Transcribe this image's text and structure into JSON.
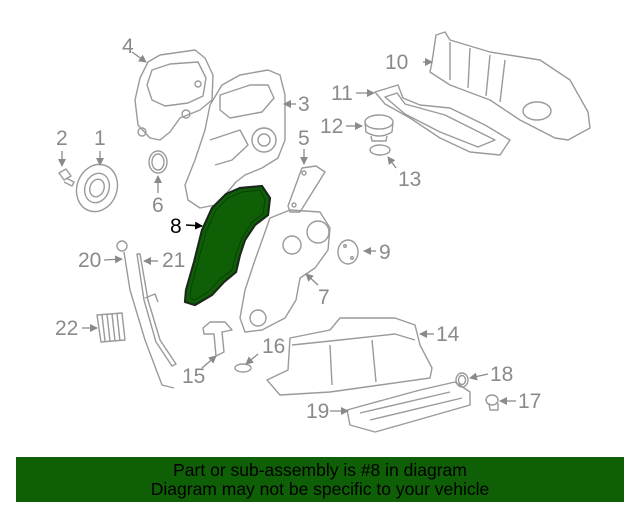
{
  "diagram": {
    "highlight_color": "#0f5f06",
    "line_color": "#9a9a9a",
    "highlighted_part": "8",
    "callouts": [
      {
        "id": "1",
        "label": "1"
      },
      {
        "id": "2",
        "label": "2"
      },
      {
        "id": "3",
        "label": "3"
      },
      {
        "id": "4",
        "label": "4"
      },
      {
        "id": "5",
        "label": "5"
      },
      {
        "id": "6",
        "label": "6"
      },
      {
        "id": "7",
        "label": "7"
      },
      {
        "id": "8",
        "label": "8"
      },
      {
        "id": "9",
        "label": "9"
      },
      {
        "id": "10",
        "label": "10"
      },
      {
        "id": "11",
        "label": "11"
      },
      {
        "id": "12",
        "label": "12"
      },
      {
        "id": "13",
        "label": "13"
      },
      {
        "id": "14",
        "label": "14"
      },
      {
        "id": "15",
        "label": "15"
      },
      {
        "id": "16",
        "label": "16"
      },
      {
        "id": "17",
        "label": "17"
      },
      {
        "id": "18",
        "label": "18"
      },
      {
        "id": "19",
        "label": "19"
      },
      {
        "id": "20",
        "label": "20"
      },
      {
        "id": "21",
        "label": "21"
      },
      {
        "id": "22",
        "label": "22"
      }
    ]
  },
  "banner": {
    "line1": "Part or sub-assembly is #8 in diagram",
    "line2": "Diagram may not be specific to your vehicle",
    "background": "#0f5f06"
  }
}
